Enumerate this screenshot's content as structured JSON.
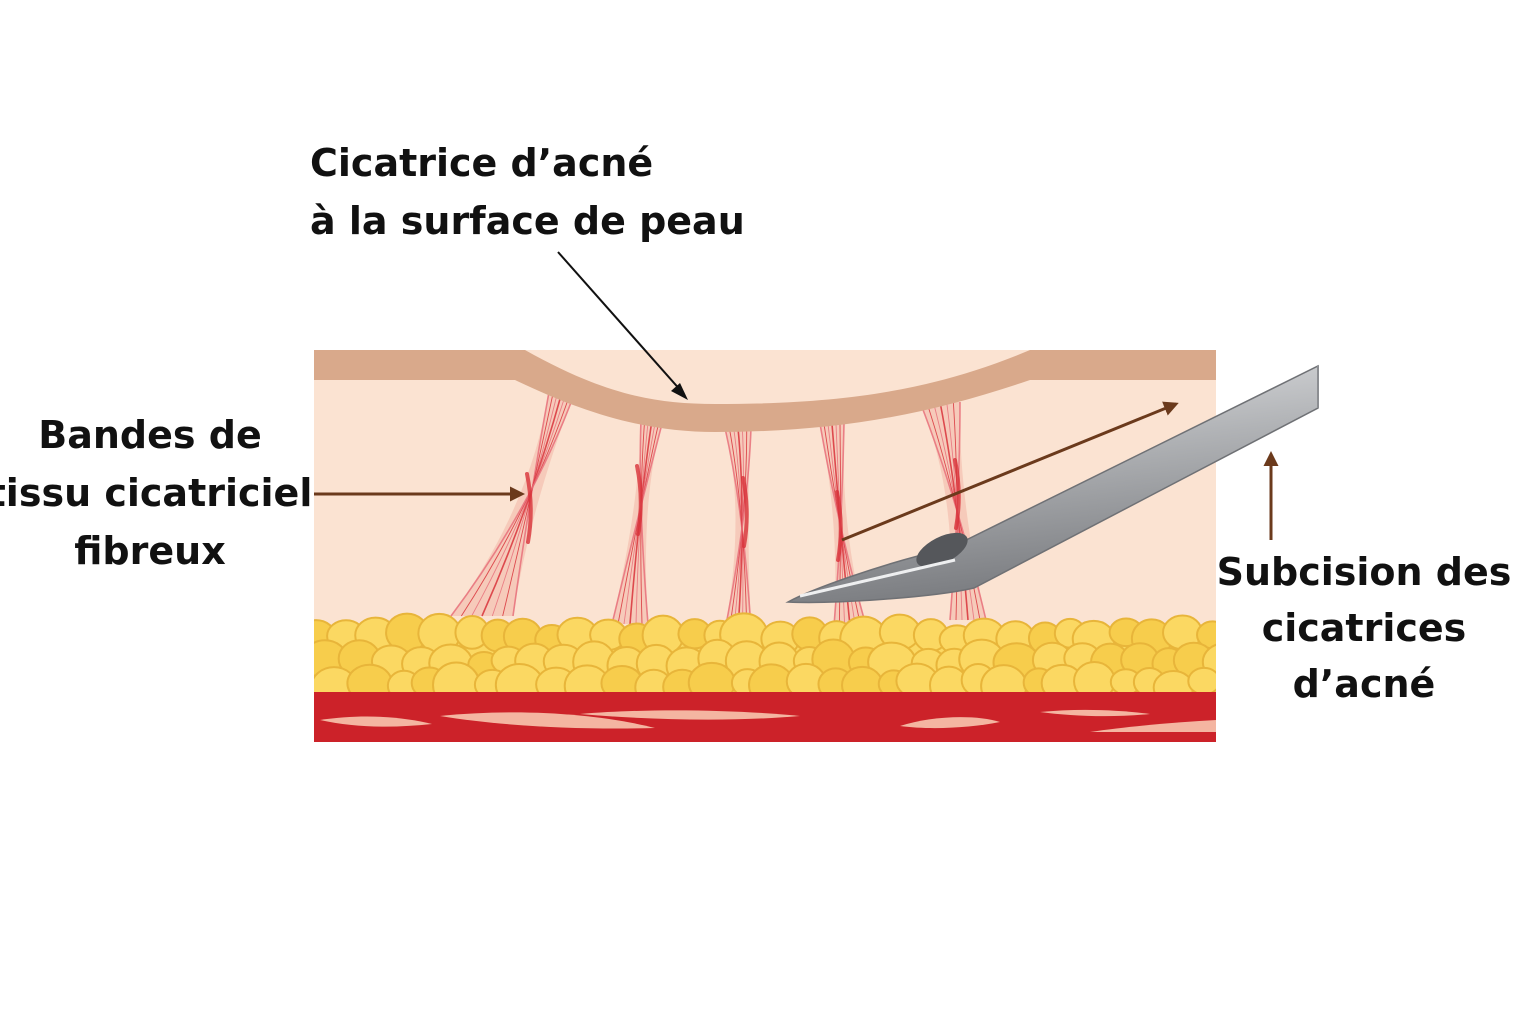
{
  "labels": {
    "surface_scar": [
      "Cicatrice d’acné",
      "à la surface de peau"
    ],
    "fibrous_bands": [
      "Bandes de",
      "tissu cicatriciel",
      "fibreux"
    ],
    "subcision": [
      "Subcision des",
      "cicatrices",
      "d’acné"
    ]
  },
  "colors": {
    "epidermis": "#d9a98b",
    "dermis": "#fbe3d2",
    "fat_fill": "#fbd862",
    "fat_stroke": "#e8b53a",
    "muscle": "#cc2229",
    "muscle_streak": "#f4b5a1",
    "fiber": "#d8323a",
    "arrow_brown": "#6b3a1c",
    "leader_black": "#111111",
    "needle": "#a9abae"
  },
  "icons": [
    "needle-icon"
  ]
}
